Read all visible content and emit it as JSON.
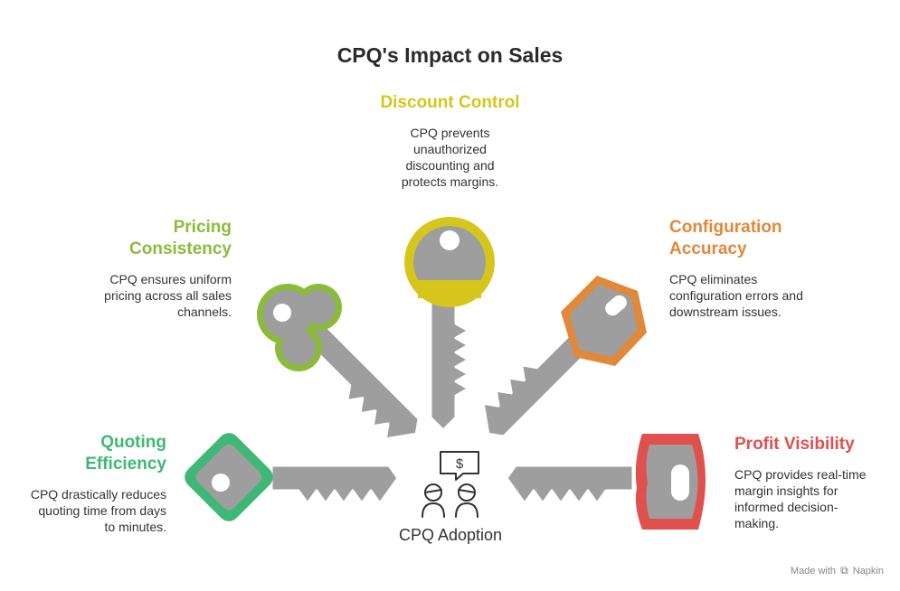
{
  "title": "CPQ's Impact on Sales",
  "center": {
    "label": "CPQ Adoption"
  },
  "items": [
    {
      "heading_lines": [
        "Discount Control"
      ],
      "desc_lines": [
        "CPQ prevents",
        "unauthorized",
        "discounting and",
        "protects margins."
      ],
      "color": "#d6c61c"
    },
    {
      "heading_lines": [
        "Pricing",
        "Consistency"
      ],
      "desc_lines": [
        "CPQ ensures uniform",
        "pricing across all sales",
        "channels."
      ],
      "color": "#8cbb3c"
    },
    {
      "heading_lines": [
        "Configuration",
        "Accuracy"
      ],
      "desc_lines": [
        "CPQ eliminates",
        "configuration errors and",
        "downstream issues."
      ],
      "color": "#e0893a"
    },
    {
      "heading_lines": [
        "Quoting",
        "Efficiency"
      ],
      "desc_lines": [
        "CPQ drastically reduces",
        "quoting time from days",
        "to minutes."
      ],
      "color": "#3fb877"
    },
    {
      "heading_lines": [
        "Profit Visibility"
      ],
      "desc_lines": [
        "CPQ provides real-time",
        "margin insights for",
        "informed decision-",
        "making."
      ],
      "color": "#e0504c"
    }
  ],
  "footer": {
    "made_with": "Made with",
    "brand": "Napkin"
  },
  "colors": {
    "key_body": "#9e9e9e",
    "key_outline": "#ffffff",
    "text": "#333333"
  }
}
